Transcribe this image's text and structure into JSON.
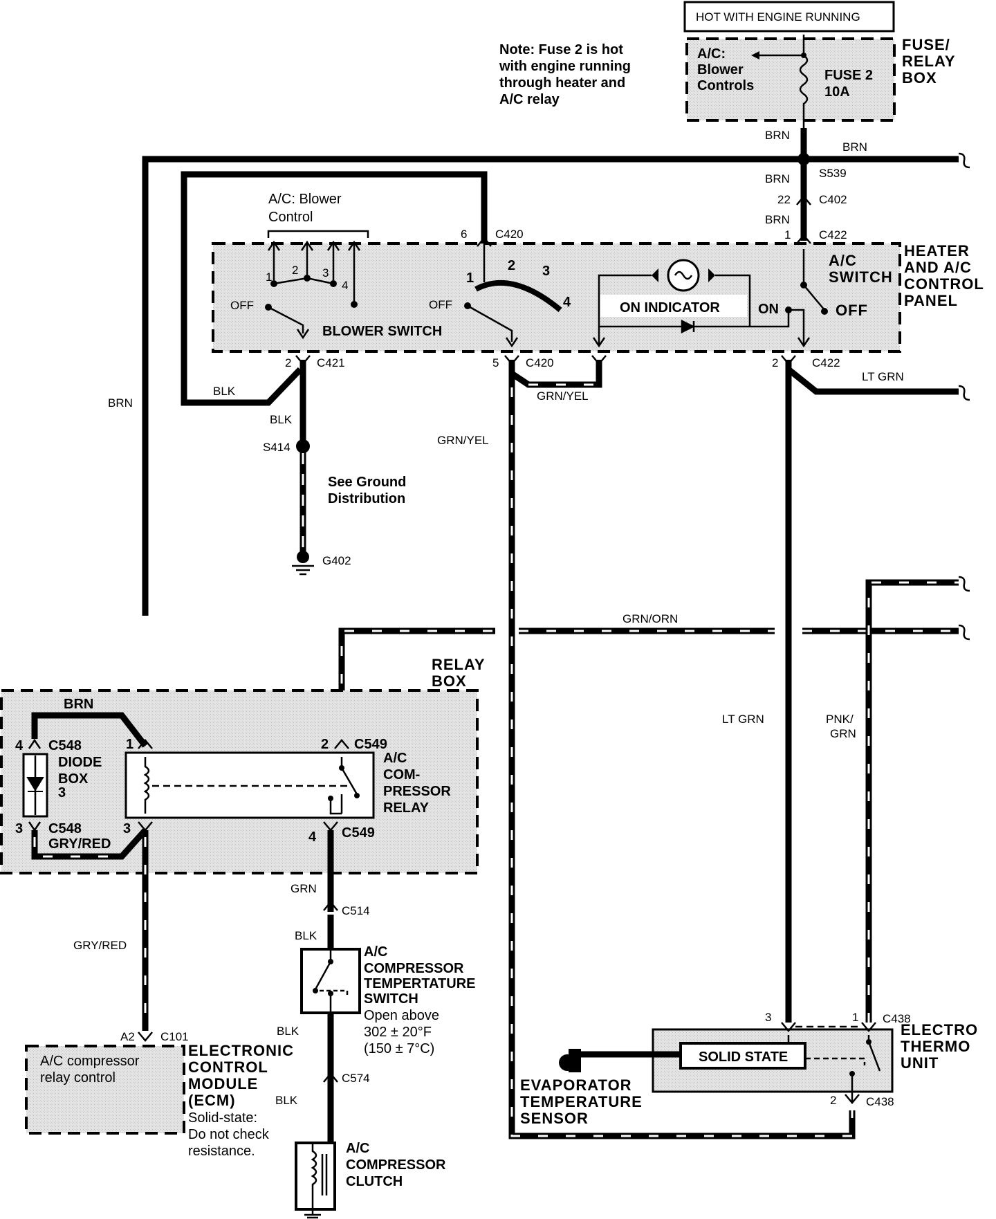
{
  "power_source": {
    "hot_label": "HOT WITH ENGINE RUNNING",
    "note": [
      "Note: Fuse 2 is hot",
      "with engine running",
      "through heater and",
      "A/C relay"
    ],
    "fuse_box_title": [
      "FUSE/",
      "RELAY",
      "BOX"
    ],
    "fuse_box_inner": [
      "A/C:",
      "Blower",
      "Controls"
    ],
    "fuse_label": [
      "FUSE 2",
      "10A"
    ]
  },
  "wires": {
    "brn": "BRN",
    "blk": "BLK",
    "grn_yel": "GRN/YEL",
    "lt_grn": "LT GRN",
    "grn_orn": "GRN/ORN",
    "pnk_grn": [
      "PNK/",
      "GRN"
    ],
    "gry_red": "GRY/RED",
    "grn": "GRN"
  },
  "connectors": {
    "s539": "S539",
    "c402": "C402",
    "c402_pin": "22",
    "c422": "C422",
    "c422_pin1": "1",
    "c422_pin2": "2",
    "c420": "C420",
    "c420_pin6": "6",
    "c420_pin5": "5",
    "c421": "C421",
    "c421_pin": "2",
    "s414": "S414",
    "g402": "G402",
    "c548": "C548",
    "c549": "C549",
    "c514": "C514",
    "c574": "C574",
    "c101": "C101",
    "c101_pin": "A2",
    "c438": "C438",
    "pin1": "1",
    "pin2": "2",
    "pin3": "3",
    "pin4": "4"
  },
  "control_panel": {
    "title": [
      "HEATER",
      "AND A/C",
      "CONTROL",
      "PANEL"
    ],
    "blower_control": [
      "A/C: Blower",
      "Control"
    ],
    "blower_switch": "BLOWER SWITCH",
    "off": "OFF",
    "on": "ON",
    "on_indicator": "ON INDICATOR",
    "ac_switch": [
      "A/C",
      "SWITCH"
    ],
    "positions": [
      "1",
      "2",
      "3",
      "4"
    ]
  },
  "ground_note": [
    "See Ground",
    "Distribution"
  ],
  "relay_box": {
    "title": [
      "RELAY",
      "BOX"
    ],
    "diode_box": [
      "DIODE",
      "BOX"
    ],
    "relay_label": [
      "A/C",
      "COM-",
      "PRESSOR",
      "RELAY"
    ],
    "c548_bottom": "GRY/RED"
  },
  "ecm": {
    "inner": [
      "A/C compressor",
      "relay control"
    ],
    "title": [
      "ELECTRONIC",
      "CONTROL",
      "MODULE",
      "(ECM)"
    ],
    "note": [
      "Solid-state:",
      "Do not check",
      "resistance."
    ]
  },
  "temp_switch": {
    "title": [
      "A/C",
      "COMPRESSOR",
      "TEMPERTATURE",
      "SWITCH"
    ],
    "note": [
      "Open above",
      "302 ± 20°F",
      "(150 ± 7°C)"
    ]
  },
  "clutch": {
    "title": [
      "A/C",
      "COMPRESSOR",
      "CLUTCH"
    ]
  },
  "electro_thermo": {
    "title": [
      "ELECTRO",
      "THERMO",
      "UNIT"
    ],
    "solid_state": "SOLID STATE",
    "sensor": [
      "EVAPORATOR",
      "TEMPERATURE",
      "SENSOR"
    ]
  }
}
